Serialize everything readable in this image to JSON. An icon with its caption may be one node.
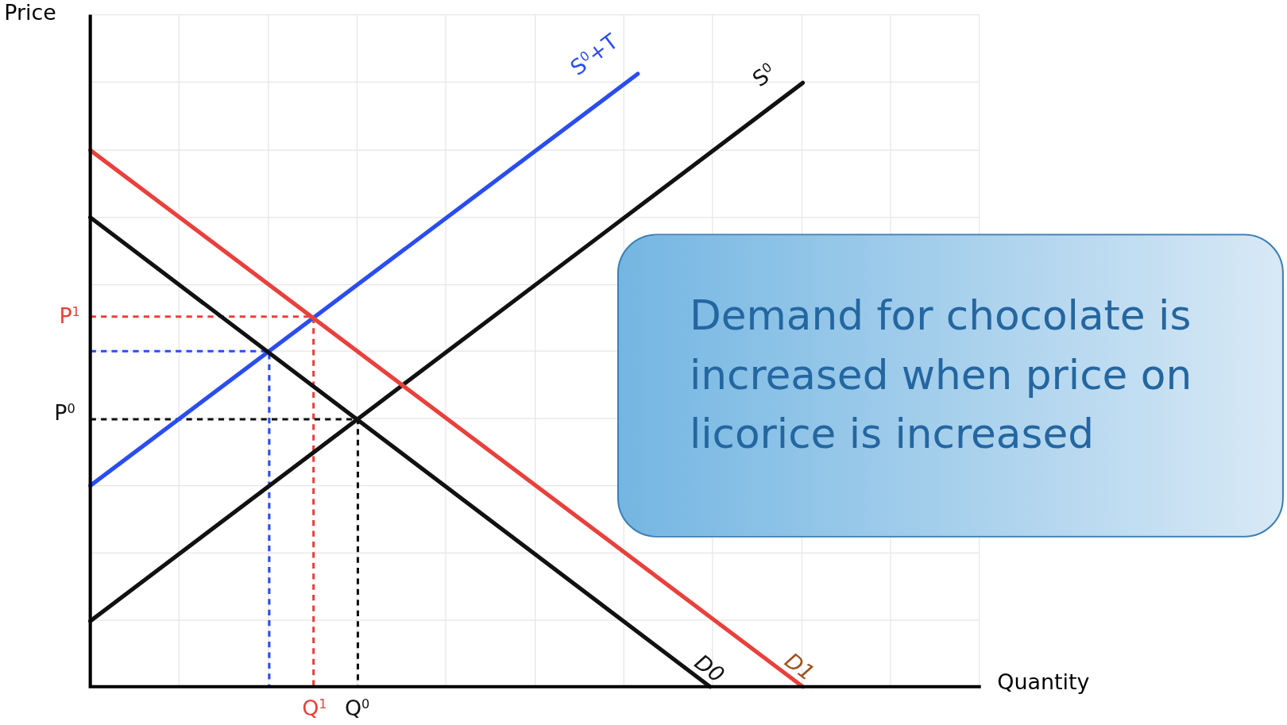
{
  "diagram": {
    "nodes": [
      {
        "text": [
          "Demand for chocolate is increased when price on licorice is increased"
        ]
      }
    ],
    "edges": [],
    "labels": [
      "Price",
      "S$^{0}$+T",
      "S$^{0}$",
      "P$^{1}$",
      "P$^{0}$",
      "D0",
      "D1",
      "Quantity",
      "Q$^{1}$",
      "Q$^{0}$"
    ]
  }
}
